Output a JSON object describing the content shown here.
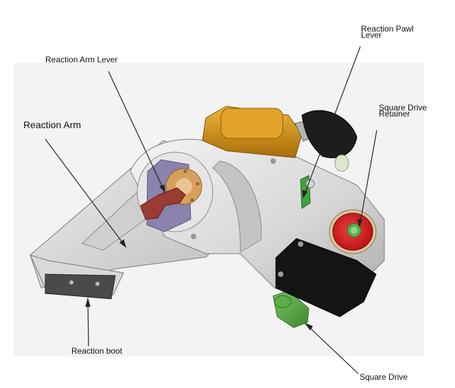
{
  "labels": {
    "reaction_pawl_lever": {
      "line1": "Reaction Pawl",
      "line2": "Lever"
    },
    "reaction_arm_lever": "Reaction Arm Lever",
    "square_drive_retainer": {
      "line1": "Square Drive",
      "line2": "Retainer"
    },
    "reaction_arm": "Reaction Arm",
    "reaction_boot": "Reaction boot",
    "square_drive": "Square Drive"
  },
  "colors": {
    "backdrop": "#f3f3f3",
    "body_light": "#e2e2e2",
    "body_shadow": "#9c9c9c",
    "swivel_orange": "#c98a12",
    "hose_black": "#1d1d1d",
    "lever_red": "#9a3b34",
    "retainer_red": "#d4161e",
    "drive_green": "#4fa23f",
    "ratchet_orange": "#d7a05a",
    "plate_purple": "#8b82ad",
    "cover_black": "#141414",
    "leader_line": "#222222"
  }
}
